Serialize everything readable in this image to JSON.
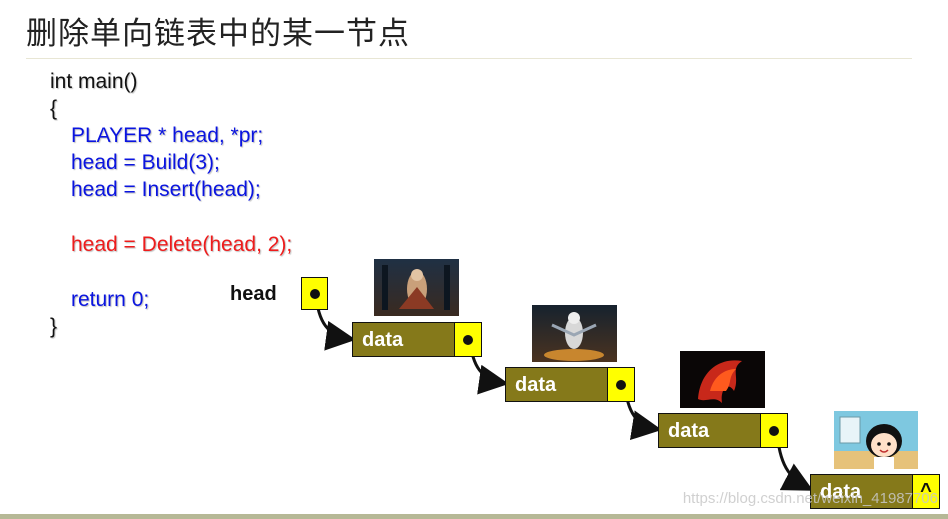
{
  "title": "删除单向链表中的某一节点",
  "code": {
    "line1": "int main()",
    "line2": "{",
    "line3": "PLAYER * head, *pr;",
    "line4": "head = Build(3);",
    "line5": "head = Insert(head);",
    "line6": "head = Delete(head, 2);",
    "line7": "return 0;",
    "line8": "}"
  },
  "diagram": {
    "head_label": "head",
    "nodes": [
      {
        "data": "data",
        "next": "pointer"
      },
      {
        "data": "data",
        "next": "pointer"
      },
      {
        "data": "data",
        "next": "pointer"
      },
      {
        "data": "data",
        "next": "^"
      }
    ]
  },
  "watermark": "https://blog.csdn.net/weixin_41987706",
  "colors": {
    "node_fill": "#85791a",
    "pointer_fill": "#ffff00",
    "code_blue": "#0a14e0",
    "code_red": "#ee1c1c"
  }
}
